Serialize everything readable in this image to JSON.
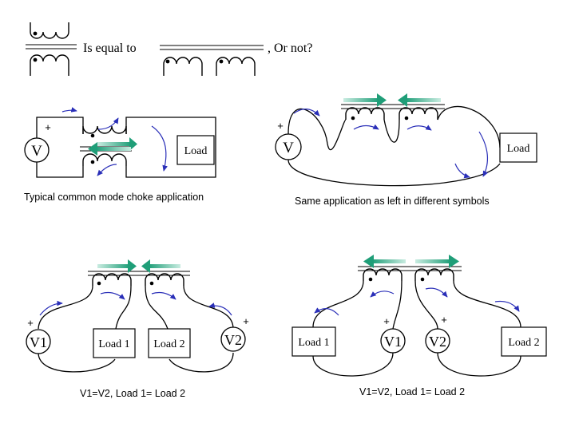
{
  "top": {
    "equal_text": "Is equal to",
    "ornot_text": ", Or not?"
  },
  "d1": {
    "source": "V",
    "plus": "+",
    "load": "Load",
    "caption": "Typical common mode choke application"
  },
  "d2": {
    "source": "V",
    "plus": "+",
    "load": "Load",
    "caption": "Same application as left in different symbols"
  },
  "d3": {
    "source1": "V1",
    "source2": "V2",
    "plus1": "+",
    "plus2": "+",
    "load1": "Load 1",
    "load2": "Load 2",
    "caption": "V1=V2,  Load 1= Load 2"
  },
  "d4": {
    "source1": "V1",
    "source2": "V2",
    "plus1": "+",
    "plus2": "+",
    "load1": "Load 1",
    "load2": "Load 2",
    "caption": "V1=V2,  Load 1= Load 2"
  },
  "colors": {
    "flow_arrow": "#2a2fb8",
    "flux_arrow": "#2fae8c"
  }
}
